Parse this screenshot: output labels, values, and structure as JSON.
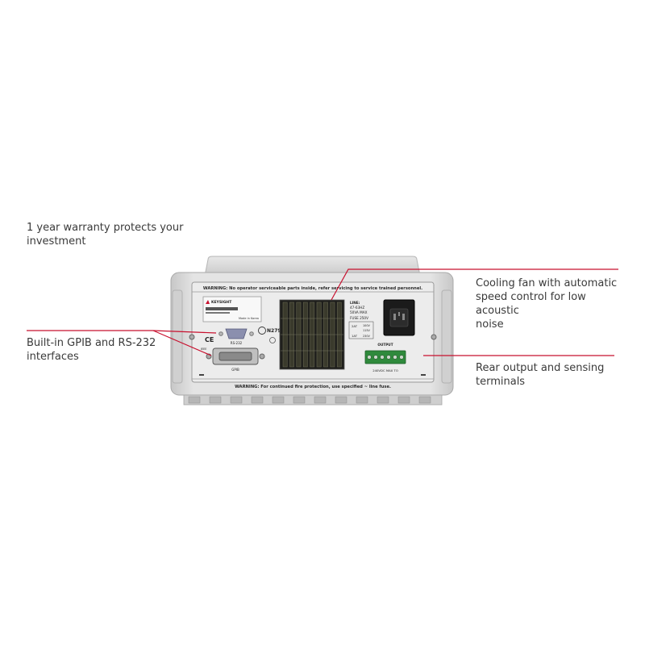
{
  "callouts": {
    "warranty": [
      "1 year warranty protects your",
      "investment"
    ],
    "gpib": [
      "Built-in GPIB and RS-232",
      "interfaces"
    ],
    "fan": [
      "Cooling fan with automatic",
      "speed control for low acoustic",
      "noise"
    ],
    "rear": [
      "Rear output and sensing",
      "terminals"
    ]
  },
  "colors": {
    "callout_line": "#c8102e",
    "chassis": "#d9d9d9",
    "panel": "#ebebeb",
    "vent_dark": "#3a3a2c"
  },
  "device": {
    "warning_top": "WARNING: No operator serviceable parts inside, refer servicing to service trained personnel.",
    "warning_bottom": "WARNING: For continued fire protection, use specified ~ line fuse.",
    "brand": "KEYSIGHT",
    "made_in": "Made in Korea",
    "rs232_label": "RS-232",
    "gpib_label": "GPIB",
    "ieee_label": "IEEE",
    "ce_mark": "CE",
    "n_mark": "N279",
    "line_spec": [
      "LINE:",
      "47-63HZ",
      "50VA MAX",
      "FUSE 250V"
    ],
    "fuse_table": [
      [
        "2AT",
        "100V"
      ],
      [
        "",
        "115V"
      ],
      [
        "1AT",
        "230V"
      ]
    ],
    "output_label": "OUTPUT",
    "output_rating": "240VDC MAX TO"
  }
}
